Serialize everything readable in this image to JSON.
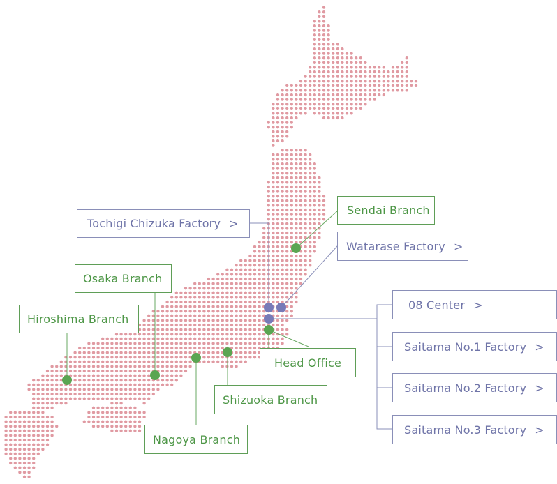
{
  "colors": {
    "dots": "#e09aa2",
    "branch": "#5ba552",
    "factory": "#777bb8",
    "green_text": "#4d9646",
    "blue_text": "#6f74a8"
  },
  "chevron": ">",
  "labels": {
    "tochigi": "Tochigi Chizuka Factory",
    "sendai": "Sendai Branch",
    "watarase": "Watarase Factory",
    "osaka": "Osaka Branch",
    "hiroshima": "Hiroshima Branch",
    "center08": "08 Center",
    "saitama1": "Saitama No.1 Factory",
    "head": "Head Office",
    "saitama2": "Saitama No.2 Factory",
    "shizuoka": "Shizuoka Branch",
    "saitama3": "Saitama No.3 Factory",
    "nagoya": "Nagoya Branch"
  }
}
